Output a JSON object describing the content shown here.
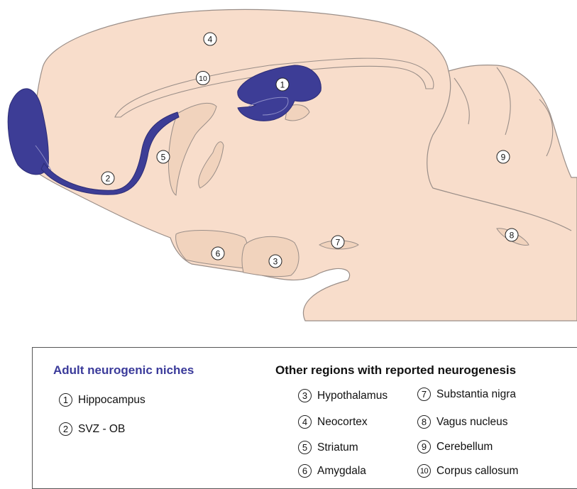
{
  "colors": {
    "brain_fill": "#f8ddcb",
    "outline": "#9a8e88",
    "region_fill": "#f1d3bd",
    "niche_fill": "#3d3d96",
    "niche_heading": "#3a3a9a"
  },
  "diagram_labels": [
    "1",
    "2",
    "3",
    "4",
    "5",
    "6",
    "7",
    "8",
    "9",
    "10"
  ],
  "legend": {
    "niches_heading": "Adult neurogenic niches",
    "niches": [
      {
        "num": "1",
        "label": "Hippocampus"
      },
      {
        "num": "2",
        "label": "SVZ - OB"
      }
    ],
    "other_heading": "Other regions with reported neurogenesis",
    "other_col1": [
      {
        "num": "3",
        "label": "Hypothalamus"
      },
      {
        "num": "4",
        "label": "Neocortex"
      },
      {
        "num": "5",
        "label": "Striatum"
      },
      {
        "num": "6",
        "label": "Amygdala"
      }
    ],
    "other_col2": [
      {
        "num": "7",
        "label": "Substantia nigra"
      },
      {
        "num": "8",
        "label": "Vagus nucleus"
      },
      {
        "num": "9",
        "label": "Cerebellum"
      },
      {
        "num": "10",
        "label": "Corpus callosum"
      }
    ]
  }
}
